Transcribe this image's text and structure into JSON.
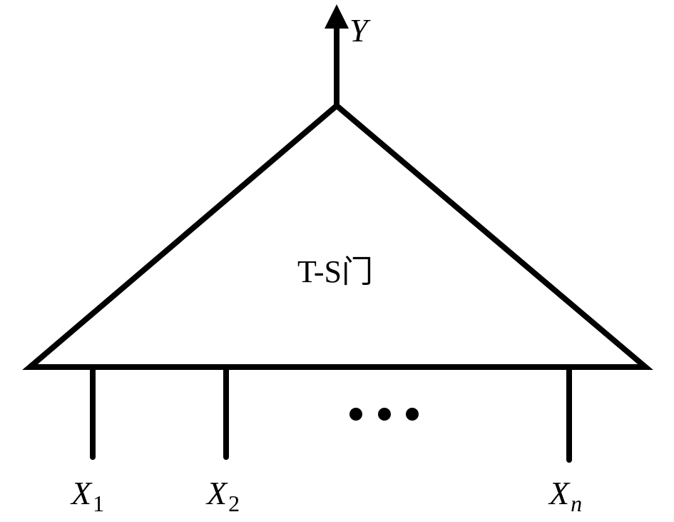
{
  "diagram": {
    "gate_label": "T-S门",
    "output": {
      "name": "Y"
    },
    "inputs": [
      {
        "name": "X",
        "sub": "1"
      },
      {
        "name": "X",
        "sub": "2"
      },
      {
        "name": "X",
        "sub": "n"
      }
    ],
    "ellipsis": "• • •",
    "colors": {
      "stroke": "#000000",
      "background": "#ffffff"
    }
  }
}
